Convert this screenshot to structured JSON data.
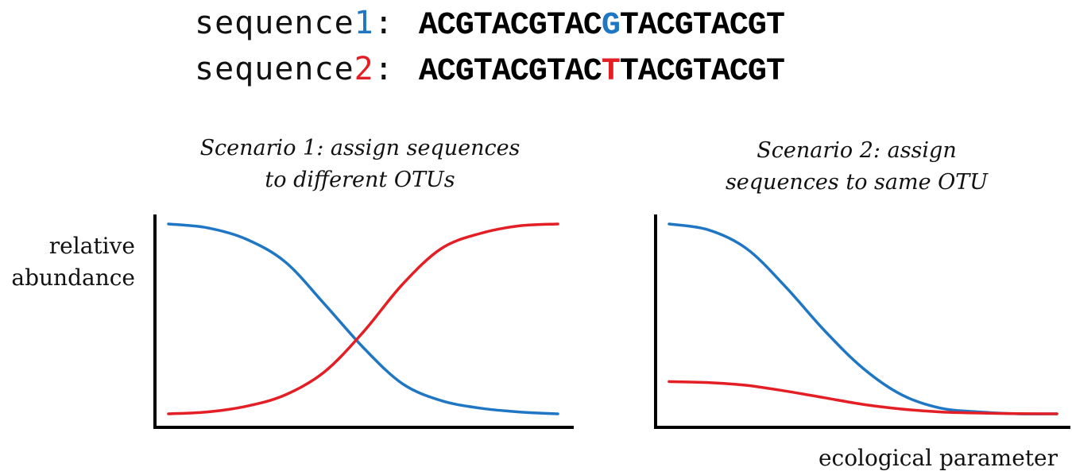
{
  "sequences": [
    {
      "label": "sequence",
      "number": "1",
      "colon": ":",
      "prefix": "ACGTACGTAC",
      "mutation": "G",
      "suffix": "TACGTACGT"
    },
    {
      "label": "sequence",
      "number": "2",
      "colon": ":",
      "prefix": "ACGTACGTAC",
      "mutation": "T",
      "suffix": "TACGTACGT"
    }
  ],
  "colors": {
    "sequence1": "#1f77c4",
    "sequence2": "#e31e24",
    "axis": "#000000"
  },
  "scenario1": {
    "title_line1": "Scenario 1: assign sequences",
    "title_line2": "to different OTUs"
  },
  "scenario2": {
    "title_line1": "Scenario 2: assign",
    "title_line2": "sequences to same OTU"
  },
  "y_axis_label": {
    "line1": "relative",
    "line2": "abundance"
  },
  "x_axis_label": "ecological parameter",
  "chart_data": [
    {
      "type": "line",
      "title": "Scenario 1: assign sequences to different OTUs",
      "ylabel": "relative abundance",
      "xlabel": "ecological parameter",
      "grid": false,
      "xlim": [
        0,
        1
      ],
      "ylim": [
        0,
        1
      ],
      "series": [
        {
          "name": "sequence1",
          "color": "#1f77c4",
          "x": [
            0,
            0.1,
            0.2,
            0.3,
            0.4,
            0.5,
            0.6,
            0.7,
            0.8,
            0.9,
            1.0
          ],
          "y": [
            1.0,
            0.98,
            0.92,
            0.8,
            0.58,
            0.35,
            0.16,
            0.07,
            0.03,
            0.01,
            0.0
          ]
        },
        {
          "name": "sequence2",
          "color": "#e31e24",
          "x": [
            0,
            0.1,
            0.2,
            0.3,
            0.4,
            0.5,
            0.6,
            0.7,
            0.8,
            0.9,
            1.0
          ],
          "y": [
            0.0,
            0.01,
            0.04,
            0.1,
            0.22,
            0.43,
            0.68,
            0.87,
            0.95,
            0.99,
            1.0
          ]
        }
      ]
    },
    {
      "type": "line",
      "title": "Scenario 2: assign sequences to same OTU",
      "ylabel": "relative abundance",
      "xlabel": "ecological parameter",
      "grid": false,
      "xlim": [
        0,
        1
      ],
      "ylim": [
        0,
        1
      ],
      "series": [
        {
          "name": "sequence1",
          "color": "#1f77c4",
          "x": [
            0,
            0.1,
            0.2,
            0.3,
            0.4,
            0.5,
            0.6,
            0.7,
            0.8,
            0.9,
            1.0
          ],
          "y": [
            1.0,
            0.97,
            0.87,
            0.67,
            0.44,
            0.24,
            0.1,
            0.03,
            0.01,
            0.0,
            0.0
          ]
        },
        {
          "name": "sequence2",
          "color": "#e31e24",
          "x": [
            0,
            0.1,
            0.2,
            0.3,
            0.4,
            0.5,
            0.6,
            0.7,
            0.8,
            0.9,
            1.0
          ],
          "y": [
            0.17,
            0.165,
            0.15,
            0.12,
            0.085,
            0.05,
            0.025,
            0.01,
            0.004,
            0.001,
            0.0
          ]
        }
      ]
    }
  ]
}
